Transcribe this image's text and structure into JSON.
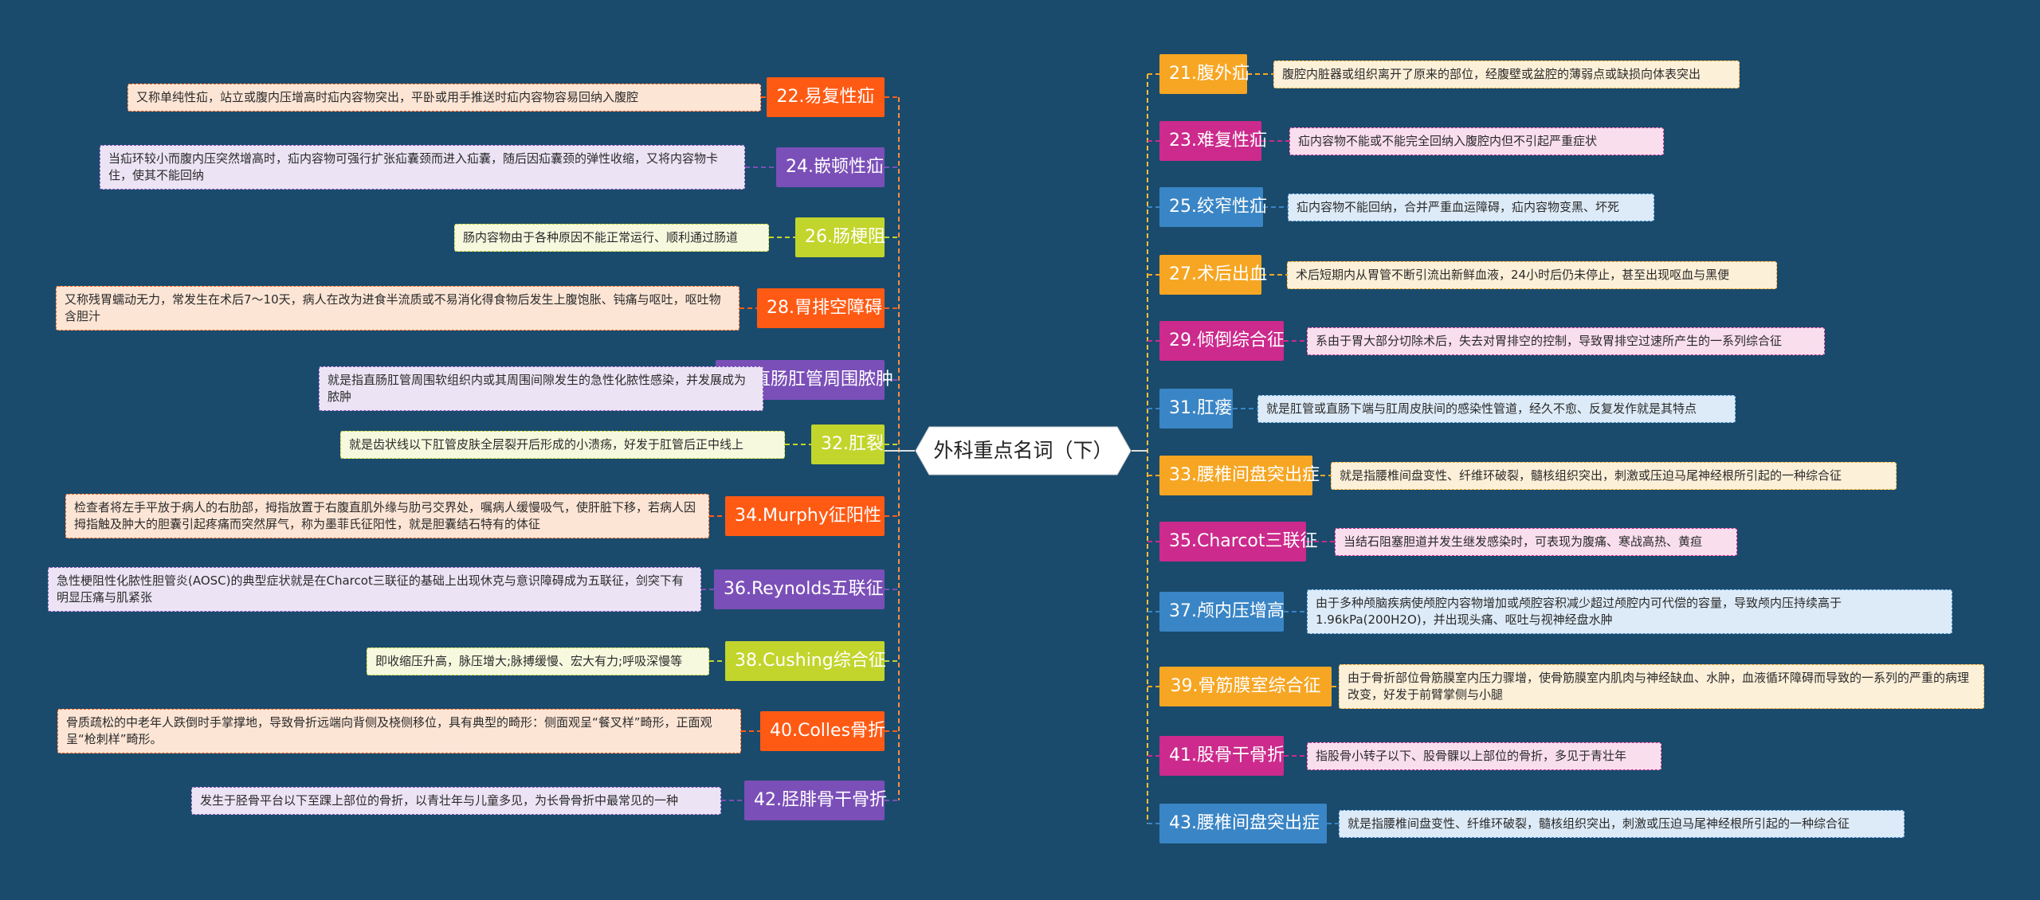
{
  "root": {
    "label": "外科重点名词（下）"
  },
  "colors": {
    "background": "#1a4b6c",
    "orange": "#ff5a14",
    "purple": "#7b4fb8",
    "lime": "#c2d52c",
    "blue": "#3a85c5",
    "magenta": "#cc2a8c",
    "yellow": "#f6a623",
    "desc_orange": "#fde5d5",
    "desc_purple": "#ece4f5",
    "desc_lime": "#f7f9df",
    "desc_blue": "#ddebf8",
    "desc_magenta": "#f9deee",
    "desc_yellow": "#fdf0d9"
  },
  "left": [
    {
      "label": "22.易复性疝",
      "color": "orange",
      "desc": "又称单纯性疝，站立或腹内压增高时疝内容物突出，平卧或用手推送时疝内容物容易回纳入腹腔"
    },
    {
      "label": "24.嵌顿性疝",
      "color": "purple",
      "desc": "当疝环较小而腹内压突然增高时，疝内容物可强行扩张疝囊颈而进入疝囊，随后因疝囊颈的弹性收缩，又将内容物卡住，使其不能回纳"
    },
    {
      "label": "26.肠梗阻",
      "color": "lime",
      "desc": "肠内容物由于各种原因不能正常运行、顺利通过肠道"
    },
    {
      "label": "28.胃排空障碍",
      "color": "orange",
      "desc": "又称残胃蠕动无力，常发生在术后7～10天，病人在改为进食半流质或不易消化得食物后发生上腹饱胀、钝痛与呕吐，呕吐物含胆汁"
    },
    {
      "label": "30.直肠肛管周围脓肿",
      "color": "purple",
      "desc": "就是指直肠肛管周围软组织内或其周围间隙发生的急性化脓性感染，并发展成为脓肿"
    },
    {
      "label": "32.肛裂",
      "color": "lime",
      "desc": "就是齿状线以下肛管皮肤全层裂开后形成的小溃疡，好发于肛管后正中线上"
    },
    {
      "label": "34.Murphy征阳性",
      "color": "orange",
      "desc": "检查者将左手平放于病人的右肋部，拇指放置于右腹直肌外缘与肋弓交界处，嘱病人缓慢吸气，使肝脏下移，若病人因拇指触及肿大的胆囊引起疼痛而突然屏气，称为墨菲氏征阳性，就是胆囊结石特有的体征"
    },
    {
      "label": "36.Reynolds五联征",
      "color": "purple",
      "desc": "急性梗阻性化脓性胆管炎(AOSC)的典型症状就是在Charcot三联征的基础上出现休克与意识障碍成为五联征，剑突下有明显压痛与肌紧张"
    },
    {
      "label": "38.Cushing综合征",
      "color": "lime",
      "desc": "即收缩压升高，脉压增大;脉搏缓慢、宏大有力;呼吸深慢等"
    },
    {
      "label": "40.Colles骨折",
      "color": "orange",
      "desc": "骨质疏松的中老年人跌倒时手掌撑地，导致骨折远端向背侧及桡侧移位，具有典型的畸形：侧面观呈“餐叉样”畸形，正面观呈“枪刺样”畸形。"
    },
    {
      "label": "42.胫腓骨干骨折",
      "color": "purple",
      "desc": "发生于胫骨平台以下至踝上部位的骨折，以青壮年与儿童多见，为长骨骨折中最常见的一种"
    }
  ],
  "right": [
    {
      "label": "21.腹外疝",
      "color": "yellow",
      "desc": "腹腔内脏器或组织离开了原来的部位，经腹壁或盆腔的薄弱点或缺损向体表突出"
    },
    {
      "label": "23.难复性疝",
      "color": "magenta",
      "desc": "疝内容物不能或不能完全回纳入腹腔内但不引起严重症状"
    },
    {
      "label": "25.绞窄性疝",
      "color": "blue",
      "desc": "疝内容物不能回纳，合并严重血运障碍，疝内容物变黑、坏死"
    },
    {
      "label": "27.术后出血",
      "color": "yellow",
      "desc": "术后短期内从胃管不断引流出新鲜血液，24小时后仍未停止，甚至出现呕血与黑便"
    },
    {
      "label": "29.倾倒综合征",
      "color": "magenta",
      "desc": "系由于胃大部分切除术后，失去对胃排空的控制，导致胃排空过速所产生的一系列综合征"
    },
    {
      "label": "31.肛瘘",
      "color": "blue",
      "desc": "就是肛管或直肠下端与肛周皮肤间的感染性管道，经久不愈、反复发作就是其特点"
    },
    {
      "label": "33.腰椎间盘突出症",
      "color": "yellow",
      "desc": "就是指腰椎间盘变性、纤维环破裂，髓核组织突出，刺激或压迫马尾神经根所引起的一种综合征"
    },
    {
      "label": "35.Charcot三联征",
      "color": "magenta",
      "desc": "当结石阻塞胆道并发生继发感染时，可表现为腹痛、寒战高热、黄疸"
    },
    {
      "label": "37.颅内压增高",
      "color": "blue",
      "desc": "由于多种颅脑疾病使颅腔内容物增加或颅腔容积减少超过颅腔内可代偿的容量，导致颅内压持续高于1.96kPa(200H2O)，并出现头痛、呕吐与视神经盘水肿"
    },
    {
      "label": "39.骨筋膜室综合征",
      "color": "yellow",
      "desc": "由于骨折部位骨筋膜室内压力骤增，使骨筋膜室内肌肉与神经缺血、水肿，血液循环障碍而导致的一系列的严重的病理改变，好发于前臂掌侧与小腿"
    },
    {
      "label": "41.股骨干骨折",
      "color": "magenta",
      "desc": "指股骨小转子以下、股骨髁以上部位的骨折，多见于青壮年"
    },
    {
      "label": "43.腰椎间盘突出症",
      "color": "blue",
      "desc": "就是指腰椎间盘变性、纤维环破裂，髓核组织突出，刺激或压迫马尾神经根所引起的一种综合征"
    }
  ]
}
